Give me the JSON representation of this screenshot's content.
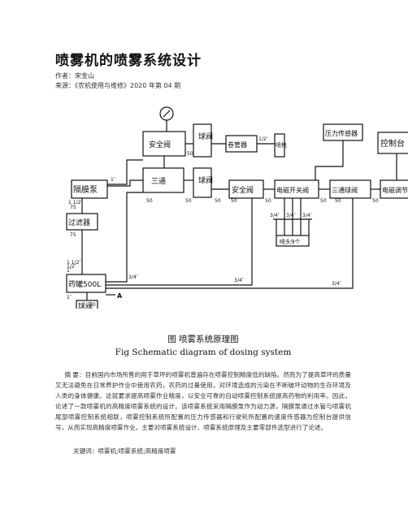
{
  "title": "喷雾机的喷雾系统设计",
  "author": "作者：宋金山",
  "source": "来源：《农机使用与维修》2020 年第 04 期",
  "figure": {
    "labels": {
      "safety_valve_top": "安全阀",
      "ball_valve_top": "球阀",
      "hose_reel": "卷管器",
      "spray_gun": "喷枪",
      "pressure_sensor": "压力传感器",
      "controller": "控制台",
      "diaphragm_pump": "隔膜泵",
      "three_way": "三通",
      "ball_valve_mid": "球阀",
      "safety_valve_mid": "安全阀",
      "solenoid_switch_valve": "电磁开关阀",
      "three_way_ball_valve": "三通球阀",
      "solenoid_regulator": "电磁调节",
      "filter": "过滤器",
      "tank": "药罐500L",
      "ball_valve_bottom": "球阀",
      "nozzles": "喷头9个",
      "point_a": "A"
    },
    "dims": {
      "d_1in_a": "1″",
      "d_1in_b": "1″",
      "d_1in_c": "1″",
      "d_1_2in_a": "1/2″",
      "d_1_2in_b": "1/2″",
      "d_1_1_2in_a": "1 1/2″",
      "d_1_1_2in_b": "1 1/2″",
      "d_3_4in_a": "3/4″",
      "d_3_4in_b": "3/4″",
      "d_3_4in_c": "3/4″",
      "d_3_4in_n1": "3/4″",
      "d_3_4in_n2": "3/4″",
      "d_3_4in_n3": "3/4″",
      "d_75a": "75",
      "d_75b": "75",
      "d_50a": "50",
      "d_50b": "50",
      "d_50c": "50",
      "d_50d": "50",
      "d_50e": "50",
      "d_50f": "50",
      "d_50g": "50",
      "d_50h": "50",
      "d_50i": "50",
      "d_50j": "50"
    },
    "caption_cn": "图    喷雾系统原理图",
    "caption_en": "Fig Schematic diagram of dosing system"
  },
  "abstract": "摘 要：目前国内市场所售的用于草坪的喷雾机普遍存在喷雾控制精度低的缺陷。然而为了提高草坪的质量又无法避免在日常养护作业中使用农药，农药的过量使用，对环境造成的污染在不断破坏动物的生存环境及人类的身体健康。这就要求提高喷雾作业精度，以安全可靠的自动喷雾控制系统提高药物的利用率。因此，论述了一款喷雾机的高精度喷雾系统的设计。该喷雾系统采用隔膜泵作为动力源，隔膜泵通过水管与喷雾机尾部喷雾控制系统相联，喷雾控制系统所配置的压力传感器和行驶轮所配置的速度传感器为控制台提供信号，从而实现高精度喷雾作业。主要对喷雾系统设计、喷雾系统原理及主要零部件选型进行了论述。",
  "keywords": "关键词：喷雾机;喷雾系统;高精度喷雾"
}
